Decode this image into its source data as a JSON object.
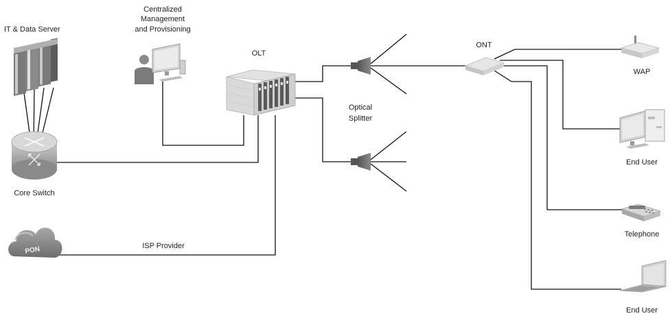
{
  "labels": {
    "it_server": "IT & Data Server",
    "mgmt_line1": "Centralized",
    "mgmt_line2": "Management",
    "mgmt_line3": "and Provisioning",
    "olt": "OLT",
    "optical_line1": "Optical",
    "optical_line2": "Splitter",
    "ont": "ONT",
    "wap": "WAP",
    "end_user_desktop": "End User",
    "telephone": "Telephone",
    "end_user_laptop": "End User",
    "core_switch": "Core Switch",
    "isp_provider": "ISP Provider",
    "pon_badge": "PON"
  },
  "icons": {
    "server": "server-rack-icon",
    "workstation": "admin-workstation-icon",
    "olt": "olt-chassis-icon",
    "splitter": "optical-splitter-icon",
    "ont": "ont-device-icon",
    "wap": "wireless-access-point-icon",
    "desktop": "desktop-computer-icon",
    "telephone": "desk-telephone-icon",
    "laptop": "laptop-icon",
    "switch": "core-switch-icon",
    "cloud": "pon-cloud-icon"
  },
  "colors": {
    "wire": "#111111",
    "device_light": "#e6e6e6",
    "device_mid": "#bdbdbd",
    "device_dark": "#6f6f6f",
    "splitter": "#6a6a6a"
  }
}
